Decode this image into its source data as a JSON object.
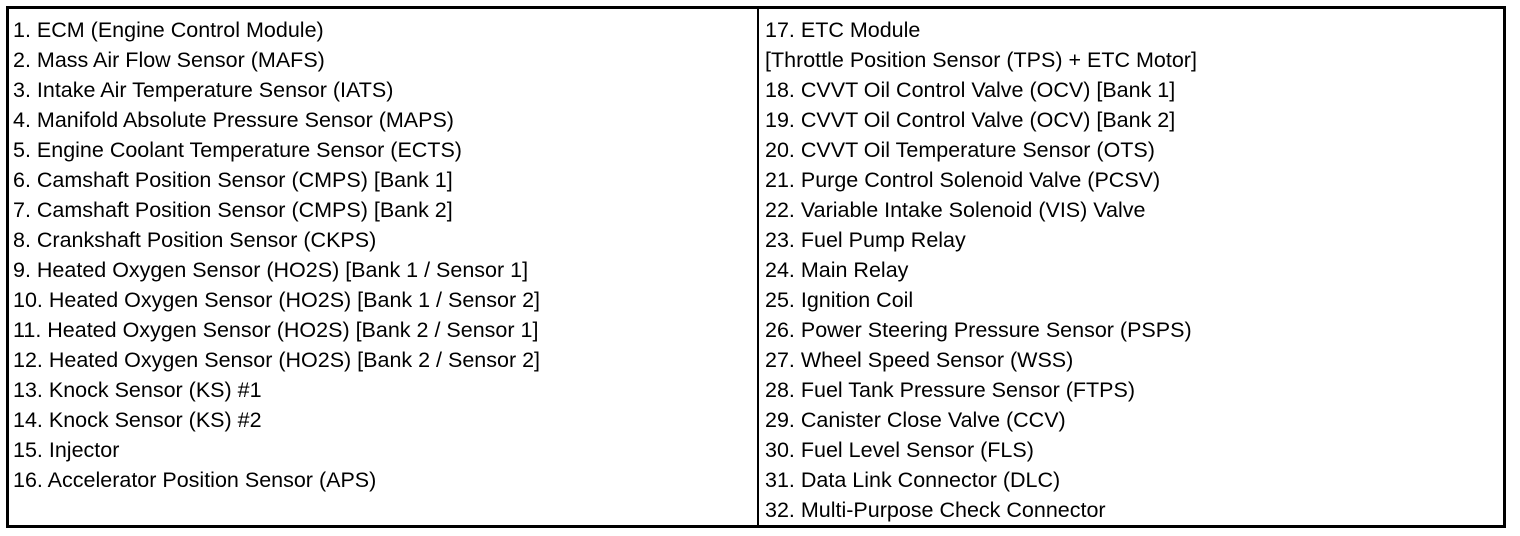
{
  "legend": {
    "left_column": [
      "1. ECM (Engine Control Module)",
      "2. Mass Air Flow Sensor (MAFS)",
      "3. Intake Air Temperature Sensor (IATS)",
      "4. Manifold Absolute Pressure Sensor (MAPS)",
      "5. Engine Coolant Temperature Sensor (ECTS)",
      "6. Camshaft Position Sensor (CMPS) [Bank 1]",
      "7. Camshaft Position Sensor (CMPS) [Bank 2]",
      "8. Crankshaft Position Sensor (CKPS)",
      "9. Heated Oxygen Sensor (HO2S) [Bank 1 / Sensor 1]",
      "10. Heated Oxygen Sensor (HO2S) [Bank 1 / Sensor 2]",
      "11. Heated Oxygen Sensor (HO2S) [Bank 2 / Sensor 1]",
      "12. Heated Oxygen Sensor (HO2S) [Bank 2 / Sensor 2]",
      "13. Knock Sensor (KS) #1",
      "14. Knock Sensor (KS) #2",
      "15. Injector",
      "16. Accelerator Position Sensor (APS)"
    ],
    "right_column": [
      "17. ETC Module",
      "[Throttle Position Sensor (TPS) + ETC Motor]",
      "18. CVVT Oil Control Valve (OCV) [Bank 1]",
      "19. CVVT Oil Control Valve (OCV) [Bank 2]",
      "20. CVVT Oil Temperature Sensor (OTS)",
      "21. Purge Control Solenoid Valve (PCSV)",
      "22. Variable Intake Solenoid (VIS) Valve",
      "23. Fuel Pump Relay",
      "24. Main Relay",
      "25. Ignition Coil",
      "26. Power Steering Pressure Sensor (PSPS)",
      "27. Wheel Speed Sensor (WSS)",
      "28. Fuel Tank Pressure Sensor (FTPS)",
      "29. Canister Close Valve (CCV)",
      "30. Fuel Level Sensor (FLS)",
      "31. Data Link Connector (DLC)",
      "32. Multi-Purpose Check Connector"
    ]
  }
}
